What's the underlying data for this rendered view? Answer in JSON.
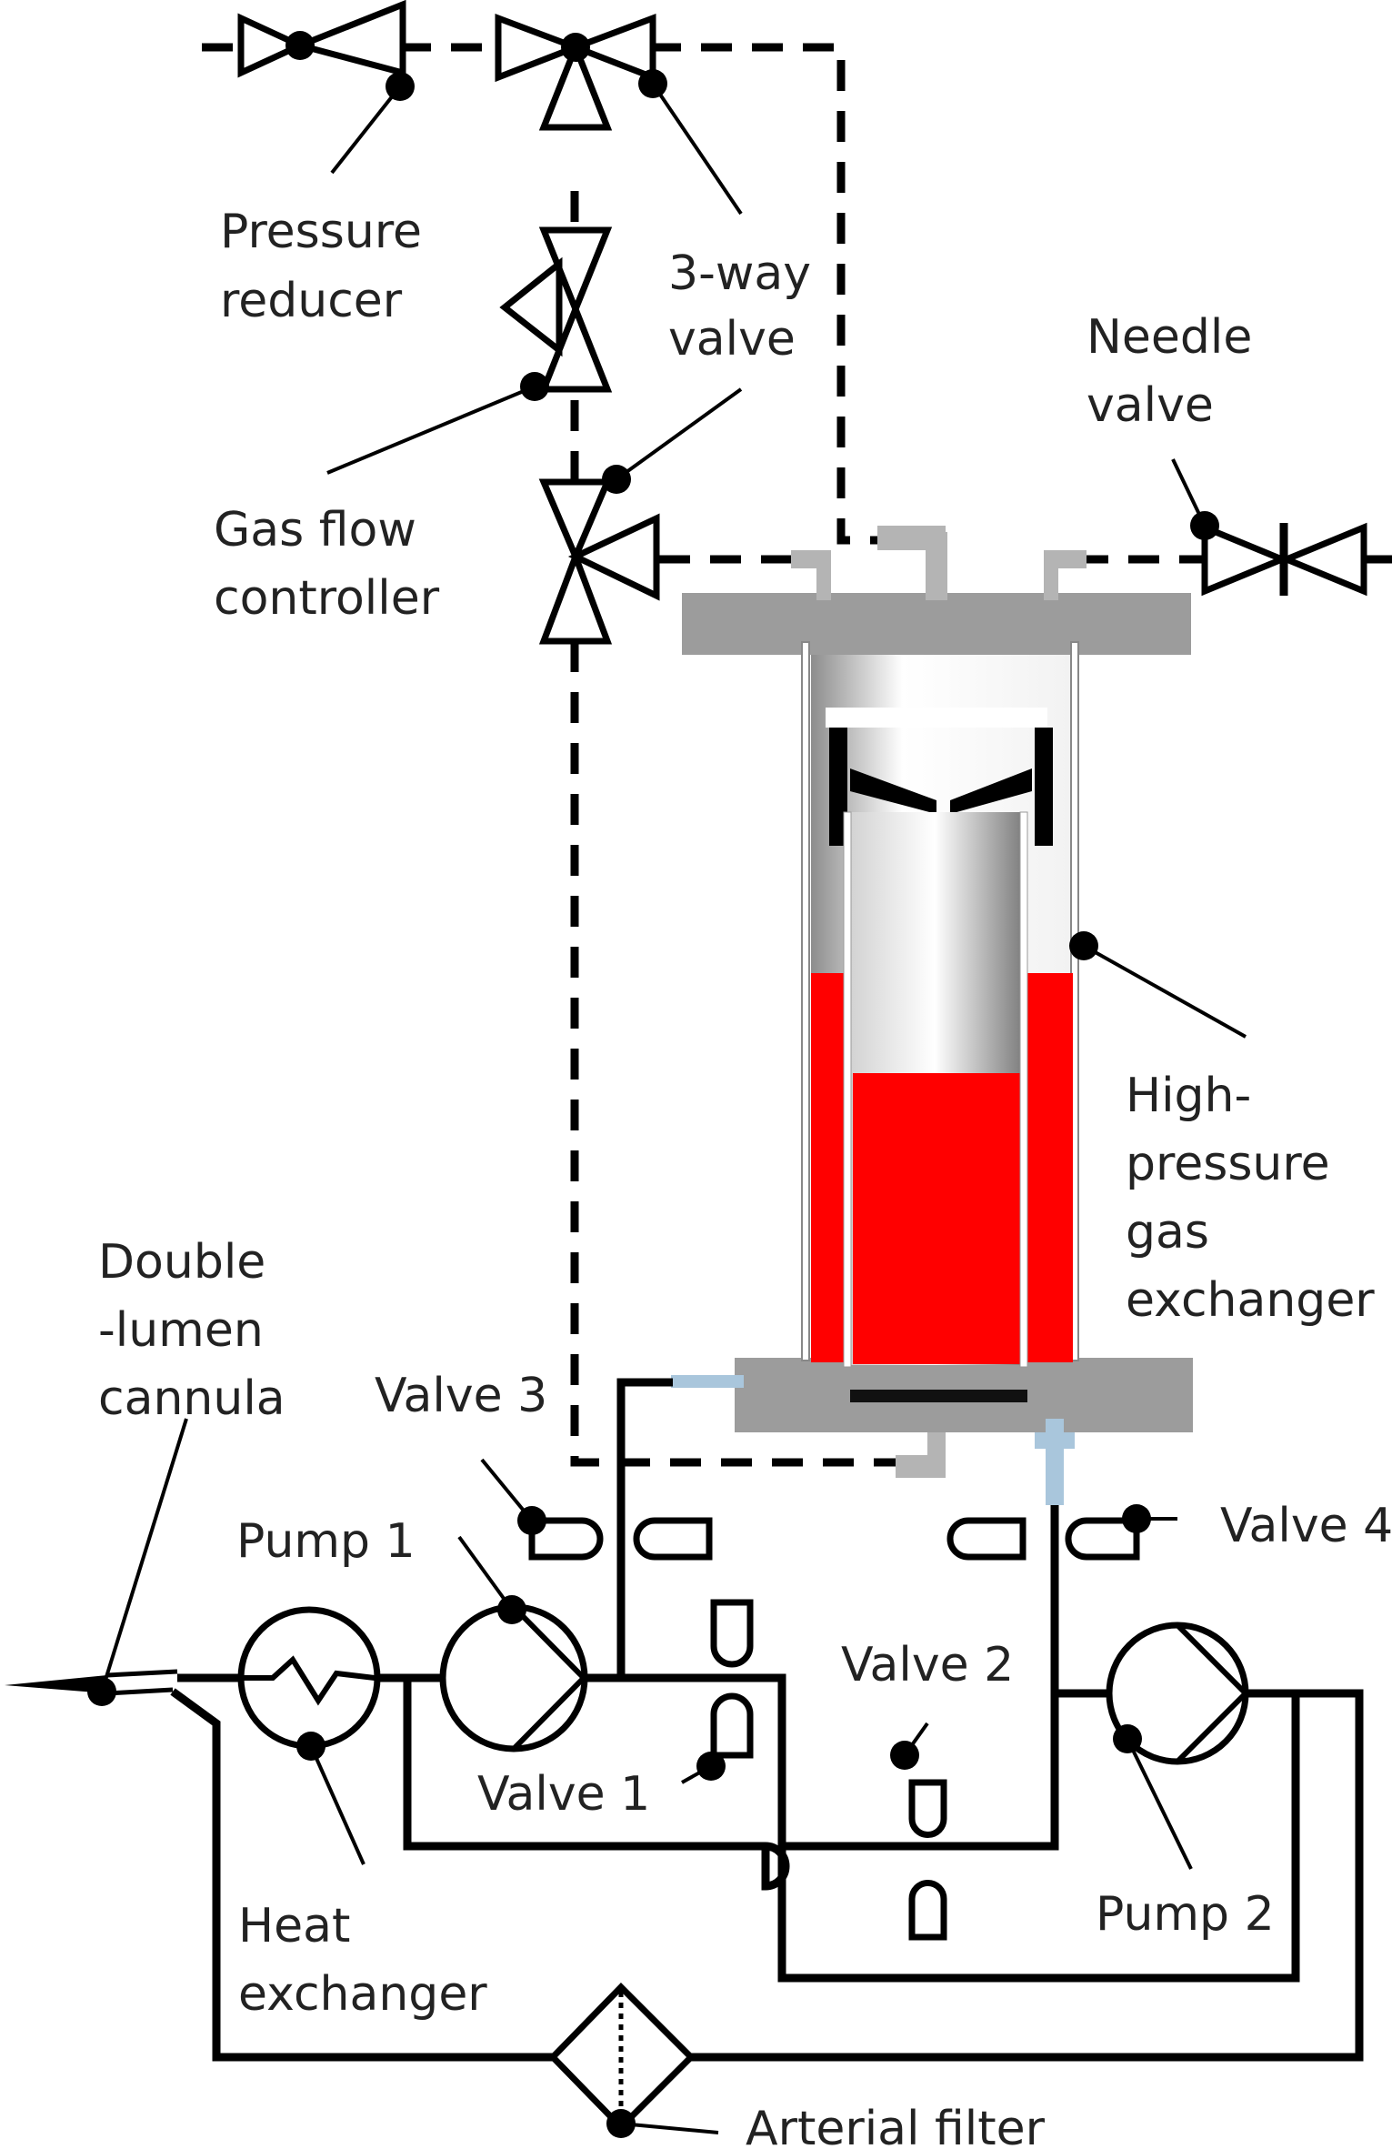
{
  "labels": {
    "pressure_reducer": [
      "Pressure",
      "reducer"
    ],
    "three_way_valve": [
      "3-way",
      "valve"
    ],
    "needle_valve": [
      "Needle",
      "valve"
    ],
    "gas_flow_controller": [
      "Gas flow",
      "controller"
    ],
    "high_pressure_gas_exchanger": [
      "High-",
      "pressure",
      "gas",
      "exchanger"
    ],
    "double_lumen_cannula": [
      "Double",
      "-lumen",
      "cannula"
    ],
    "valve_3": "Valve 3",
    "valve_4": "Valve 4",
    "pump_1": "Pump 1",
    "pump_2": "Pump 2",
    "valve_1": "Valve 1",
    "valve_2": "Valve 2",
    "heat_exchanger": [
      "Heat",
      "exchanger"
    ],
    "arterial_filter": "Arterial filter"
  },
  "colors": {
    "blood": "#ff0000",
    "housing": "#9c9c9c",
    "line": "#000000",
    "fitting_steel": "#b4b4b4",
    "fitting_blue": "#a9c6dc"
  }
}
